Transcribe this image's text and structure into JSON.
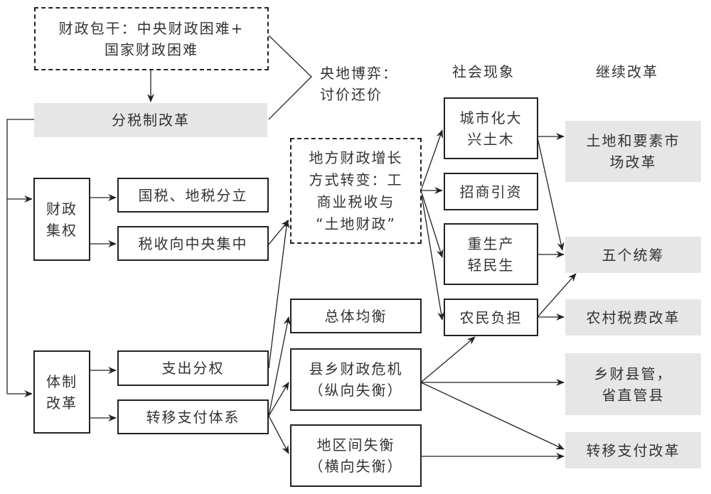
{
  "column_headers": {
    "social_phenomena": "社会现象",
    "continued_reform": "继续改革"
  },
  "bargaining_label": "央地博弈：\n讨价还价",
  "nodes": {
    "fiscal_contracting": "财政包干：中央财政困难+\n国家财政困难",
    "tax_sharing_reform": "分税制改革",
    "fiscal_centralization": "财政\n集权",
    "national_local_tax_split": "国税、地税分立",
    "tax_revenue_centralized": "税收向中央集中",
    "institutional_reform": "体制\n改革",
    "expenditure_decentralization": "支出分权",
    "transfer_payment_system": "转移支付体系",
    "local_finance_shift": "地方财政增长\n方式转变：工\n商业税收与\n“土地财政”",
    "overall_balance": "总体均衡",
    "county_township_crisis": "县乡财政危机\n（纵向失衡）",
    "regional_imbalance": "地区间失衡\n（横向失衡）",
    "urbanization_construction": "城市化大\n兴土木",
    "investment_attraction": "招商引资",
    "production_over_livelihood": "重生产\n轻民生",
    "farmer_burden": "农民负担",
    "land_factor_market_reform": "土地和要素市\n场改革",
    "five_coordinations": "五个统筹",
    "rural_tax_fee_reform": "农村税费改革",
    "township_county_management": "乡财县管，\n省直管县",
    "transfer_payment_reform": "转移支付改革"
  },
  "colors": {
    "line": "#222222",
    "reform_fill": "#e6e6e6",
    "text": "#333333"
  }
}
